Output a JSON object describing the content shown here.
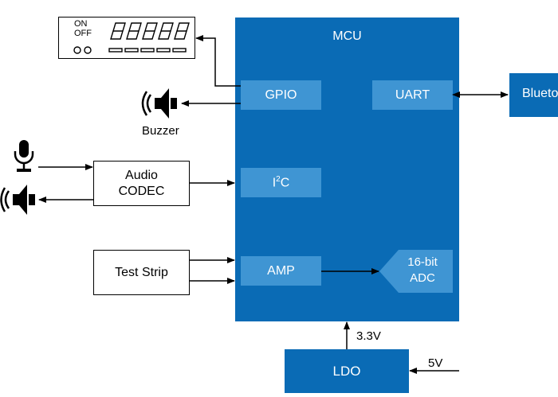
{
  "mcu": {
    "title": "MCU",
    "gpio": "GPIO",
    "uart": "UART",
    "i2c_base": "I",
    "i2c_sup": "2",
    "i2c_tail": "C",
    "amp": "AMP",
    "adc_line1": "16-bit",
    "adc_line2": "ADC"
  },
  "bluetooth": {
    "label": "Blueto"
  },
  "display": {
    "on": "ON",
    "off": "OFF"
  },
  "buzzer": {
    "label": "Buzzer"
  },
  "codec": {
    "line1": "Audio",
    "line2": "CODEC"
  },
  "test_strip": {
    "label": "Test Strip"
  },
  "ldo": {
    "label": "LDO",
    "out_voltage": "3.3V",
    "in_voltage": "5V"
  },
  "colors": {
    "mcu_blue": "#0a6bb5",
    "block_blue": "#3f95d3"
  }
}
